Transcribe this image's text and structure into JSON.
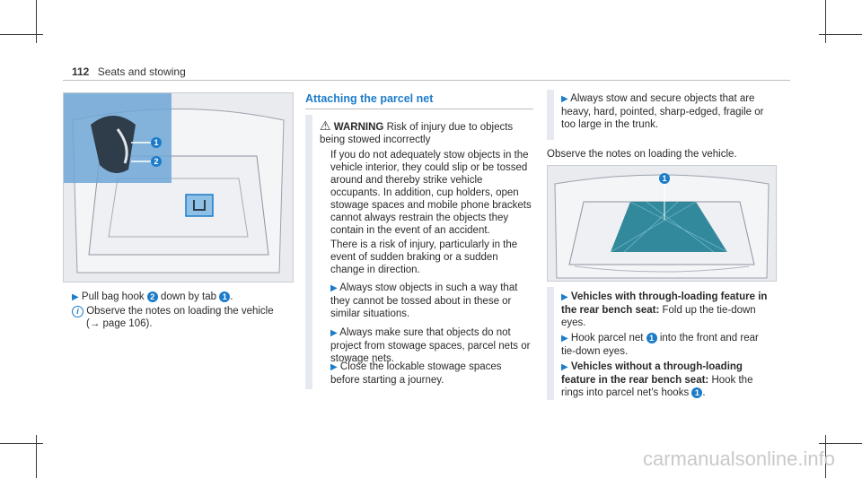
{
  "header": {
    "page_number": "112",
    "section": "Seats and stowing"
  },
  "left": {
    "step_text_before": "Pull bag hook ",
    "step_text_mid": " down by tab ",
    "step_text_after": ".",
    "note_text": "Observe the notes on loading the vehicle",
    "note_ref": "(→ page 106)."
  },
  "middle": {
    "title": "Attaching the parcel net",
    "warning_label": "WARNING",
    "warning_head": "Risk of injury due to objects being stowed incorrectly",
    "para1": "If you do not adequately stow objects in the vehicle interior, they could slip or be tossed around and thereby strike vehicle occupants. In addition, cup holders, open stowage spaces and mobile phone brackets cannot always restrain the objects they contain in the event of an accident.",
    "para2": "There is a risk of injury, particularly in the event of sudden braking or a sudden change in direction.",
    "bullets": [
      "Always stow objects in such a way that they cannot be tossed about in these or similar situations.",
      "Always make sure that objects do not project from stowage spaces, parcel nets or stowage nets.",
      "Close the lockable stowage spaces before starting a journey."
    ]
  },
  "right": {
    "tip": "Always stow and secure objects that are heavy, hard, pointed, sharp-edged, fragile or too large in the trunk.",
    "observe": "Observe the notes on loading the vehicle.",
    "step1_bold": "Vehicles with through-loading feature in the rear bench seat:",
    "step1_text": " Fold up the tie-down eyes.",
    "step2_before": "Hook parcel net ",
    "step2_after": " into the front and rear tie-down eyes.",
    "step3_bold": "Vehicles without a through-loading feature in the rear bench seat:",
    "step3_text": " Hook the rings into parcel net's hooks ",
    "step3_end": "."
  },
  "badges": {
    "one": "1",
    "two": "2"
  },
  "watermark": "carmanualsonline.info",
  "colors": {
    "accent": "#1c7cc9",
    "net": "#1e7d92"
  }
}
